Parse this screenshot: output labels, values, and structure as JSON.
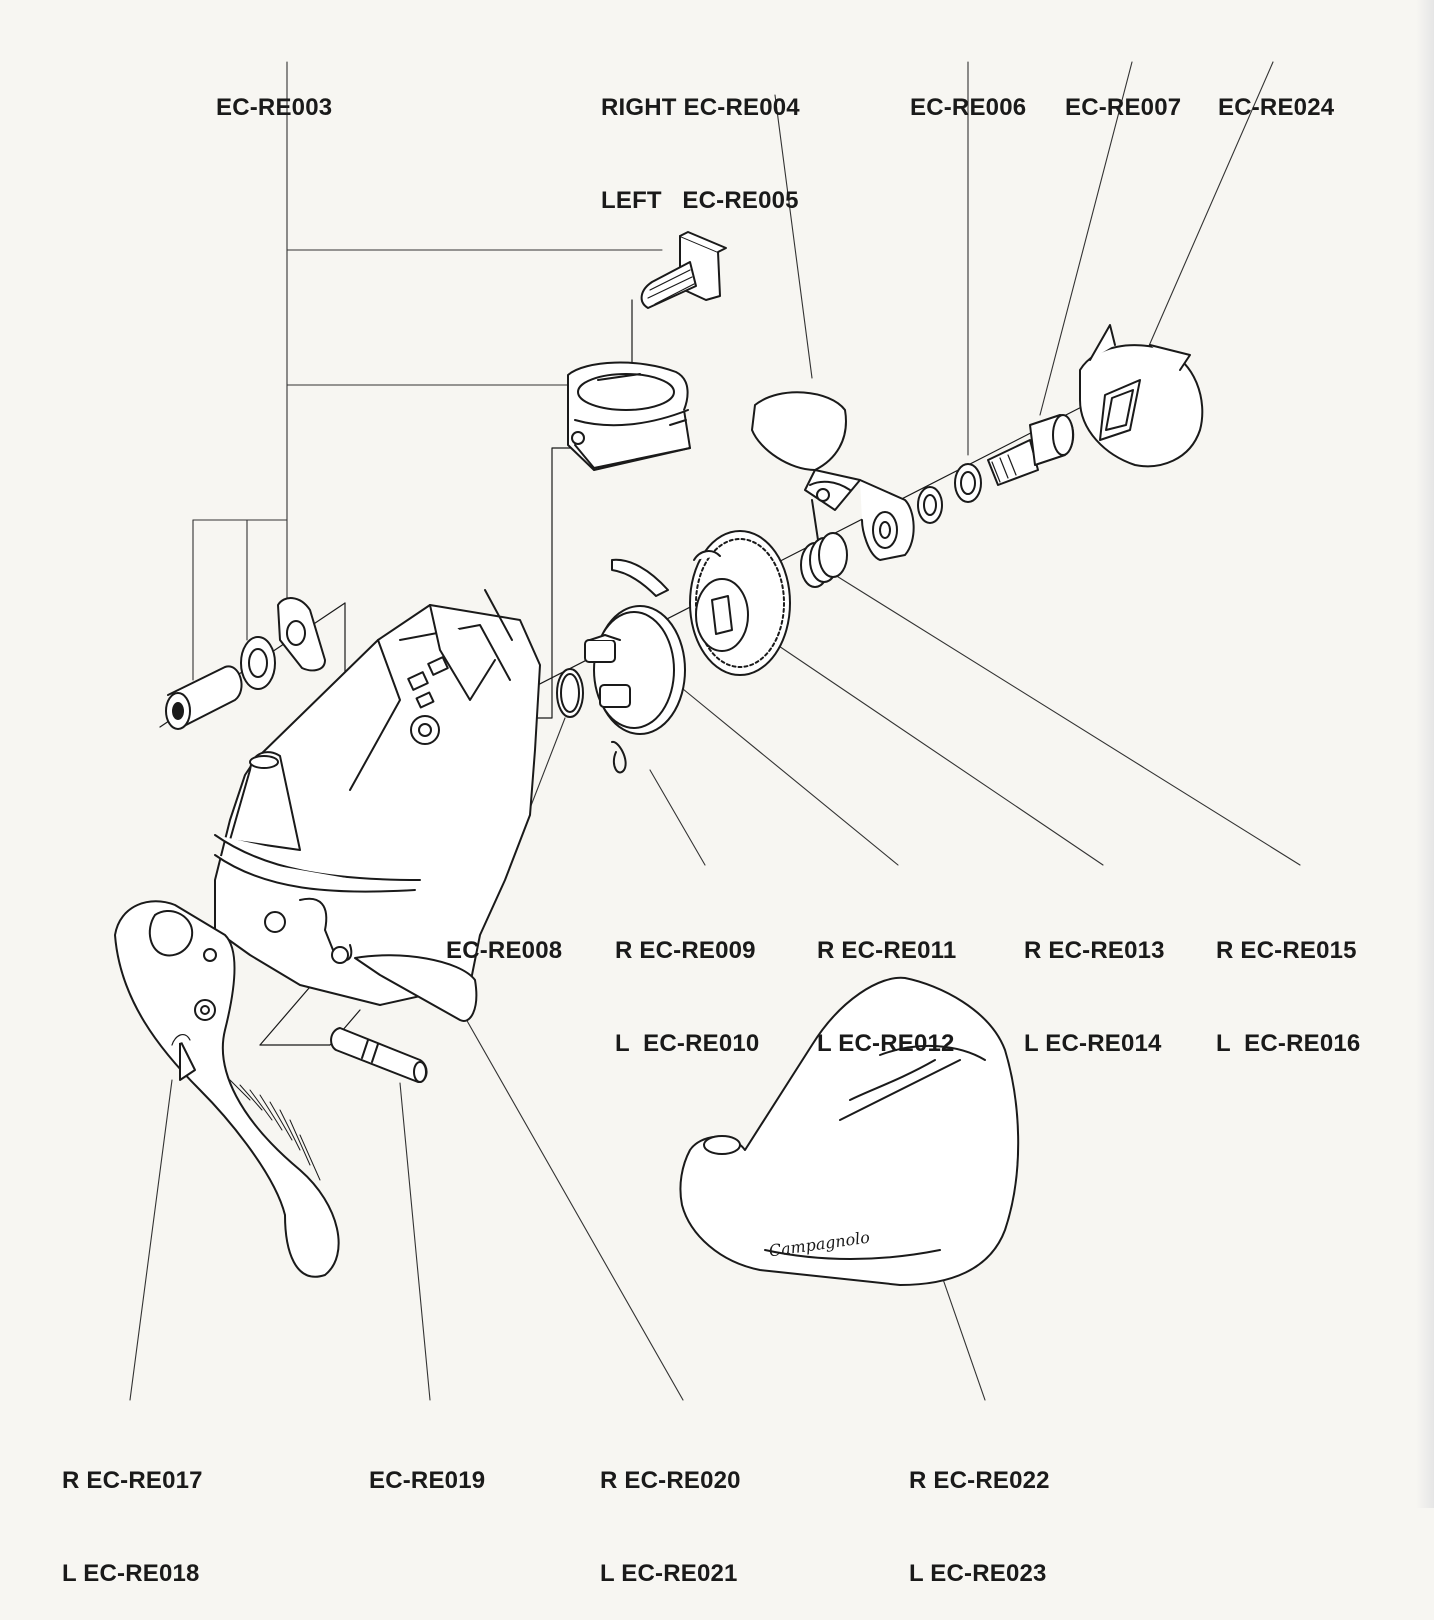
{
  "labels": {
    "re003": [
      "EC-RE003"
    ],
    "re004_005": [
      "RIGHT EC-RE004",
      "LEFT   EC-RE005"
    ],
    "re006": [
      "EC-RE006"
    ],
    "re007": [
      "EC-RE007"
    ],
    "re024": [
      "EC-RE024"
    ],
    "re008": [
      "EC-RE008"
    ],
    "re009_010": [
      "R EC-RE009",
      "L  EC-RE010"
    ],
    "re011_012": [
      "R EC-RE011",
      "L EC-RE012"
    ],
    "re013_014": [
      "R EC-RE013",
      "L EC-RE014"
    ],
    "re015_016": [
      "R EC-RE015",
      "L  EC-RE016"
    ],
    "re017_018": [
      "R EC-RE017",
      "L EC-RE018"
    ],
    "re019": [
      "EC-RE019"
    ],
    "re020_021": [
      "R EC-RE020",
      "L EC-RE021"
    ],
    "re022_023": [
      "R EC-RE022",
      "L EC-RE023"
    ]
  },
  "hood_logo": "Campagnolo",
  "colors": {
    "ink": "#1a1a1a",
    "paper": "#f7f6f2"
  }
}
